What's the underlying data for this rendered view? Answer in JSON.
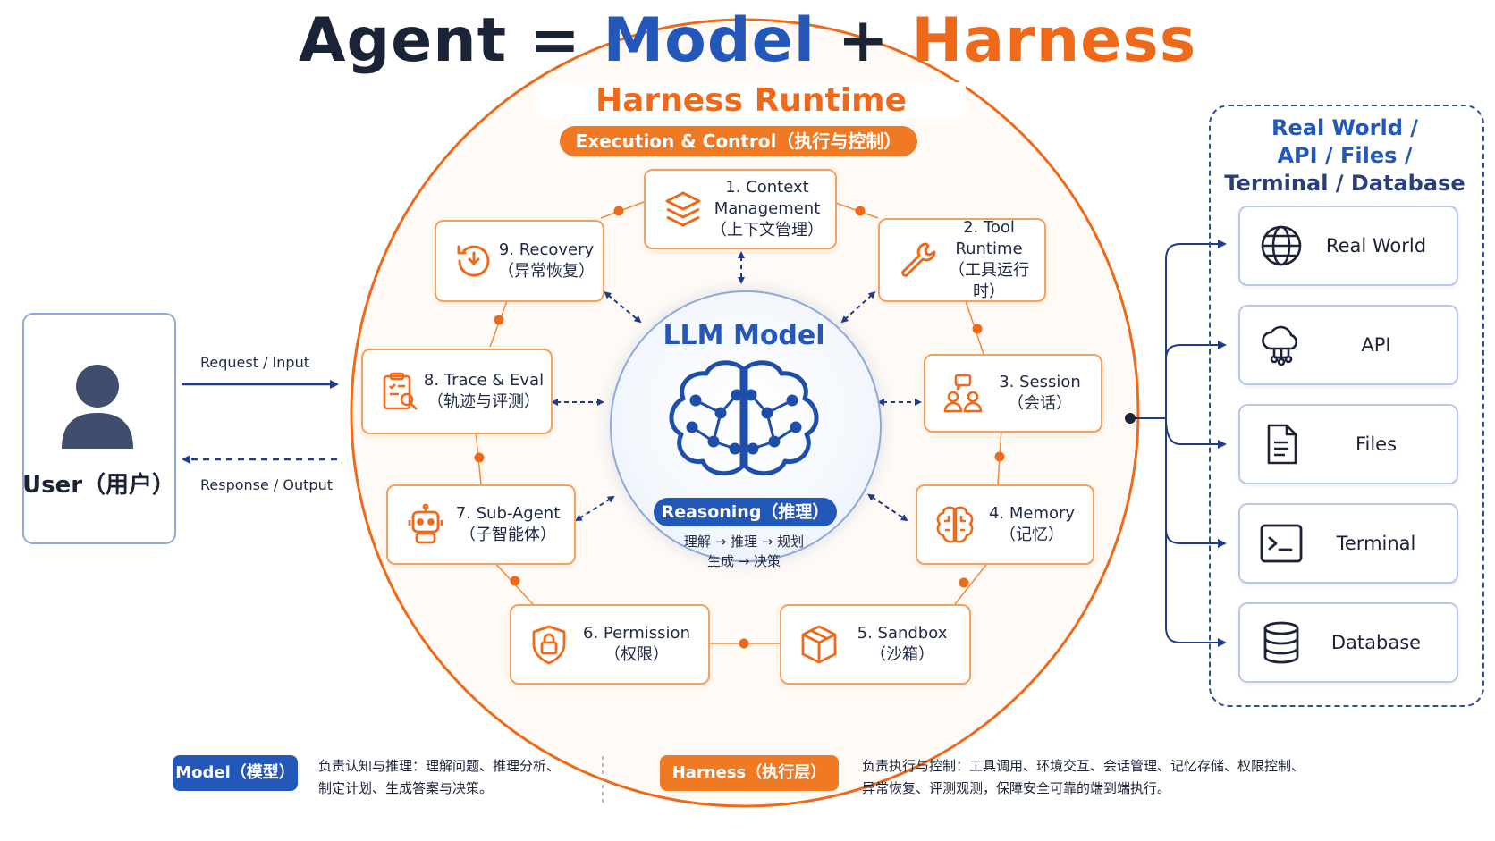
{
  "title": {
    "part1": "Agent",
    "eq": "=",
    "part2": "Model",
    "plus": "+",
    "part3": "Harness"
  },
  "runtime": {
    "title": "Harness Runtime",
    "subtitle": "Execution & Control（执行与控制）"
  },
  "llm": {
    "title": "LLM Model",
    "reasoning_label": "Reasoning（推理）",
    "reasoning_line1": "理解 → 推理 → 规划",
    "reasoning_line2": "生成 → 决策"
  },
  "modules": {
    "context": {
      "line1": "1. Context",
      "line2": "Management",
      "line3": "（上下文管理）",
      "icon": "layers-icon"
    },
    "tool": {
      "line1": "2. Tool",
      "line2": "Runtime",
      "line3": "（工具运行时）",
      "icon": "wrench-icon"
    },
    "session": {
      "line1": "3. Session",
      "line2": "（会话）",
      "icon": "users-chat-icon"
    },
    "memory": {
      "line1": "4. Memory",
      "line2": "（记忆）",
      "icon": "brain-icon"
    },
    "sandbox": {
      "line1": "5. Sandbox",
      "line2": "（沙箱）",
      "icon": "cube-icon"
    },
    "permission": {
      "line1": "6. Permission",
      "line2": "（权限）",
      "icon": "shield-lock-icon"
    },
    "subagent": {
      "line1": "7. Sub-Agent",
      "line2": "（子智能体）",
      "icon": "robot-icon"
    },
    "trace": {
      "line1": "8. Trace & Eval",
      "line2": "（轨迹与评测）",
      "icon": "clipboard-search-icon"
    },
    "recovery": {
      "line1": "9. Recovery",
      "line2": "（异常恢复）",
      "icon": "history-icon"
    }
  },
  "user": {
    "label": "User（用户）",
    "request_label": "Request / Input",
    "response_label": "Response / Output",
    "icon": "user-icon"
  },
  "real_world": {
    "title_line1": "Real World /",
    "title_line2": "API / Files /",
    "title_line3": "Terminal / Database",
    "items": [
      {
        "label": "Real World",
        "icon": "globe-icon"
      },
      {
        "label": "API",
        "icon": "cloud-network-icon"
      },
      {
        "label": "Files",
        "icon": "file-icon"
      },
      {
        "label": "Terminal",
        "icon": "terminal-icon"
      },
      {
        "label": "Database",
        "icon": "database-icon"
      }
    ]
  },
  "legend": {
    "model_label": "Model（模型）",
    "model_line1": "负责认知与推理：理解问题、推理分析、",
    "model_line2": "制定计划、生成答案与决策。",
    "harness_label": "Harness（执行层）",
    "harness_line1": "负责执行与控制：工具调用、环境交互、会话管理、记忆存储、权限控制、",
    "harness_line2": "异常恢复、评测观测，保障安全可靠的端到端执行。"
  },
  "colors": {
    "harness_orange": "#ee6a1a",
    "model_blue": "#2458b8",
    "navy": "#1b2337"
  }
}
